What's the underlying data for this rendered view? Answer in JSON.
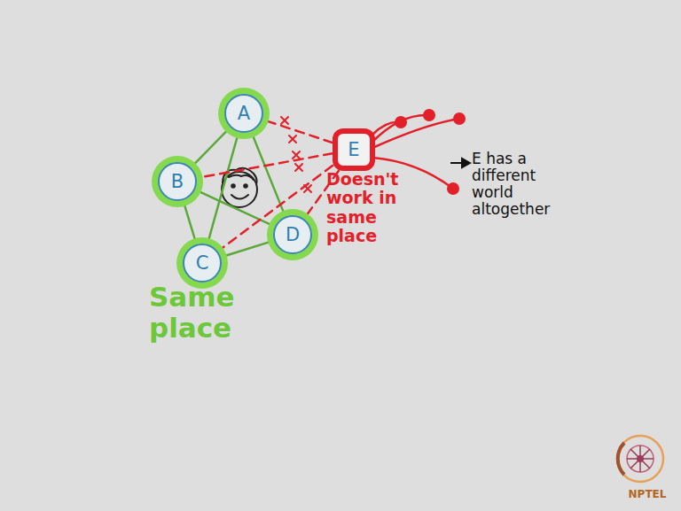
{
  "diagram": {
    "nodes": [
      {
        "text": [
          "A"
        ]
      },
      {
        "text": [
          "B"
        ]
      },
      {
        "text": [
          "C"
        ]
      },
      {
        "text": [
          "D"
        ]
      },
      {
        "text": [
          "E"
        ]
      }
    ],
    "edges": [
      {
        "from": 0,
        "to": 1,
        "arrow": "none"
      },
      {
        "from": 0,
        "to": 2,
        "arrow": "none"
      },
      {
        "from": 0,
        "to": 3,
        "arrow": "none"
      },
      {
        "from": 1,
        "to": 2,
        "arrow": "none"
      },
      {
        "from": 1,
        "to": 3,
        "arrow": "none"
      },
      {
        "from": 2,
        "to": 3,
        "arrow": "none"
      },
      {
        "from": 4,
        "to": 0,
        "arrow": "none"
      },
      {
        "from": 4,
        "to": 1,
        "arrow": "none"
      },
      {
        "from": 4,
        "to": 2,
        "arrow": "none"
      },
      {
        "from": 4,
        "to": 3,
        "arrow": "none"
      }
    ],
    "labels": [
      "Same place",
      "Doesn't work in same place",
      "E has a different world altogether",
      "NPTEL"
    ]
  }
}
